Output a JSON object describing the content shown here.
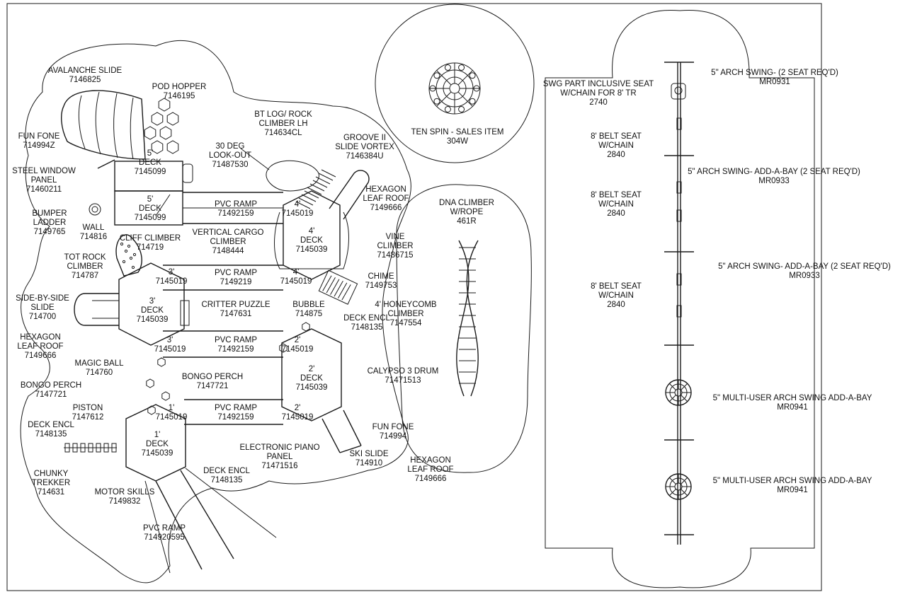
{
  "labels": {
    "avalanche_slide": [
      "AVALANCHE SLIDE",
      "7146825"
    ],
    "pod_hopper": [
      "POD HOPPER",
      "7146195"
    ],
    "fun_fone_1": [
      "FUN FONE",
      "714994Z"
    ],
    "bt_log": [
      "BT LOG/ ROCK",
      "CLIMBER LH",
      "714634CL"
    ],
    "deg30": [
      "30 DEG",
      "LOOK-OUT",
      "71487530"
    ],
    "groove": [
      "GROOVE II",
      "SLIDE VORTEX",
      "7146384U"
    ],
    "steel_window": [
      "STEEL WINDOW",
      "PANEL",
      "71460211"
    ],
    "deck5a": [
      "5'",
      "DECK",
      "7145099"
    ],
    "deck5b": [
      "5'",
      "DECK",
      "7145099"
    ],
    "hex_roof_1": [
      "HEXAGON",
      "LEAF ROOF",
      "7149666"
    ],
    "bumper": [
      "BUMPER",
      "LADDER",
      "7149765"
    ],
    "pvc_ramp_1": [
      "PVC RAMP",
      "71492159"
    ],
    "wall": [
      "WALL",
      "714816"
    ],
    "cliff": [
      "CLIFF CLIMBER",
      "714719"
    ],
    "vertical_cargo": [
      "VERTICAL CARGO",
      "CLIMBER",
      "7148444"
    ],
    "deck4a": [
      "4'",
      "7145019"
    ],
    "deck4_main": [
      "4'",
      "DECK",
      "7145039"
    ],
    "vine": [
      "VINE",
      "CLIMBER",
      "71486715"
    ],
    "tot_rock": [
      "TOT ROCK",
      "CLIMBER",
      "714787"
    ],
    "deck3a": [
      "3'",
      "7145019"
    ],
    "pvc_ramp_2": [
      "PVC RAMP",
      "7149219"
    ],
    "deck4b": [
      "4'",
      "7145019"
    ],
    "chime": [
      "CHIME",
      "7149753"
    ],
    "side_slide": [
      "SIDE-BY-SIDE",
      "SLIDE",
      "714700"
    ],
    "deck3_main": [
      "3'",
      "DECK",
      "7145039"
    ],
    "critter": [
      "CRITTER PUZZLE",
      "7147631"
    ],
    "bubble": [
      "BUBBLE",
      "714875"
    ],
    "deck_encl_1": [
      "DECK ENCL",
      "7148135"
    ],
    "honeycomb": [
      "4' HONEYCOMB",
      "CLIMBER",
      "7147554"
    ],
    "hex_roof_2": [
      "HEXAGON",
      "LEAF ROOF",
      "7149666"
    ],
    "deck3b": [
      "3'",
      "7145019"
    ],
    "pvc_ramp_3": [
      "PVC RAMP",
      "71492159"
    ],
    "deck2a": [
      "2'",
      "7145019"
    ],
    "magic_ball": [
      "MAGIC BALL",
      "714760"
    ],
    "deck2_main": [
      "2'",
      "DECK",
      "7145039"
    ],
    "calypso": [
      "CALYPSO 3 DRUM",
      "71471513"
    ],
    "bongo_perch_1": [
      "BONGO PERCH",
      "7147721"
    ],
    "bongo_perch_2": [
      "BONGO PERCH",
      "7147721"
    ],
    "piston": [
      "PISTON",
      "7147612"
    ],
    "deck1a": [
      "1'",
      "7145019"
    ],
    "pvc_ramp_4": [
      "PVC RAMP",
      "71492159"
    ],
    "deck2b": [
      "2'",
      "7145019"
    ],
    "deck_encl_2": [
      "DECK ENCL",
      "7148135"
    ],
    "deck1_main": [
      "1'",
      "DECK",
      "7145039"
    ],
    "fun_fone_2": [
      "FUN FONE",
      "714994"
    ],
    "ski_slide": [
      "SKI SLIDE",
      "714910"
    ],
    "electronic_piano": [
      "ELECTRONIC PIANO",
      "PANEL",
      "71471516"
    ],
    "hex_roof_3": [
      "HEXAGON",
      "LEAF ROOF",
      "7149666"
    ],
    "chunky": [
      "CHUNKY",
      "TREKKER",
      "714631"
    ],
    "motor_skills": [
      "MOTOR SKILLS",
      "7149832"
    ],
    "deck_encl_3": [
      "DECK ENCL",
      "7148135"
    ],
    "pvc_ramp_5": [
      "PVC RAMP",
      "714920595"
    ],
    "ten_spin": [
      "TEN SPIN - SALES ITEM",
      "304W"
    ],
    "dna": [
      "DNA CLIMBER",
      "W/ROPE",
      "461R"
    ],
    "swg_part": [
      "SWG PART INCLUSIVE SEAT",
      "W/CHAIN FOR 8' TR",
      "2740"
    ],
    "arch_swing_1": [
      "5\" ARCH SWING- (2 SEAT REQ'D)",
      "MR0931"
    ],
    "belt_seat_1": [
      "8' BELT SEAT",
      "W/CHAIN",
      "2840"
    ],
    "arch_swing_2": [
      "5\" ARCH SWING- ADD-A-BAY (2 SEAT REQ'D)",
      "MR0933"
    ],
    "belt_seat_2": [
      "8' BELT SEAT",
      "W/CHAIN",
      "2840"
    ],
    "arch_swing_3": [
      "5\" ARCH SWING- ADD-A-BAY (2 SEAT REQ'D)",
      "MR0933"
    ],
    "belt_seat_3": [
      "8' BELT SEAT",
      "W/CHAIN",
      "2840"
    ],
    "multi_user_1": [
      "5\" MULTI-USER ARCH SWING ADD-A-BAY",
      "MR0941"
    ],
    "multi_user_2": [
      "5\" MULTI-USER ARCH SWING ADD-A-BAY",
      "MR0941"
    ]
  },
  "colors": {
    "line": "#1a1a1a",
    "background": "#ffffff"
  }
}
